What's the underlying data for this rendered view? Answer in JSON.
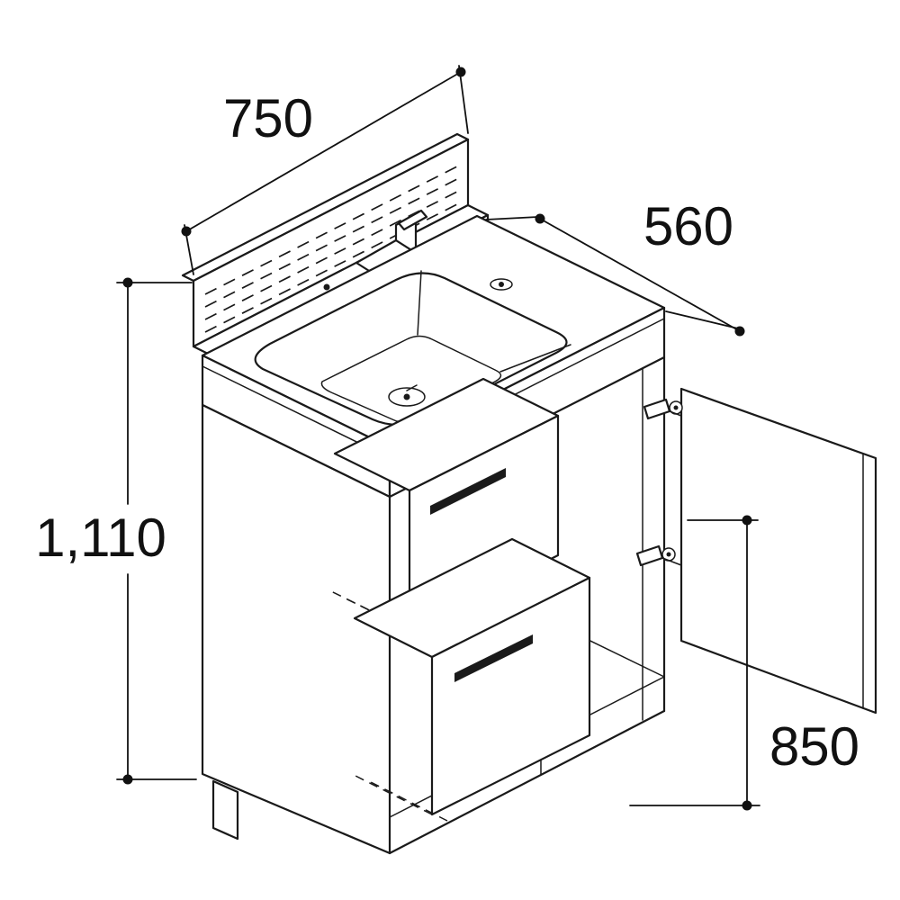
{
  "diagram": {
    "kind": "vanity-unit-dimension-drawing",
    "line_color": "#1a1a1a",
    "background_color": "#ffffff",
    "dimensions": {
      "width": "750",
      "depth": "560",
      "overall_height": "1,110",
      "counter_height": "850"
    }
  }
}
